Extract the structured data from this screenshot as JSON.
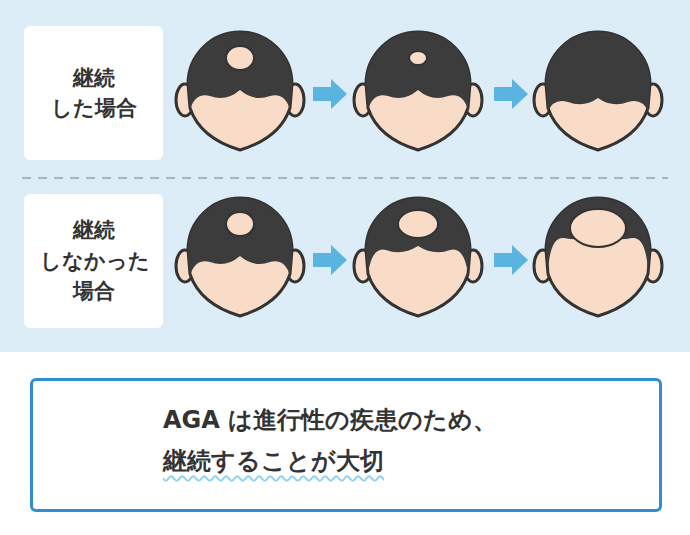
{
  "diagram": {
    "nodes": [
      {
        "text": [
          "継続 した場合"
        ]
      },
      {
        "text": [
          "継続 しなかった 場合"
        ]
      },
      {
        "text": [
          "AGA は進行性の疾患のため、",
          "継続することが大切"
        ]
      }
    ]
  }
}
